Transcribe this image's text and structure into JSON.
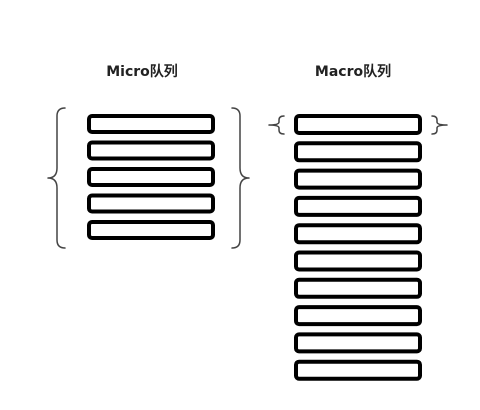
{
  "micro_queue": {
    "title": "Micro队列",
    "slot_count": 5
  },
  "macro_queue": {
    "title": "Macro队列",
    "slot_count": 10
  },
  "colors": {
    "background": "#ffffff",
    "slot_border": "#000000",
    "brace": "#444444",
    "title_text": "#222222"
  }
}
